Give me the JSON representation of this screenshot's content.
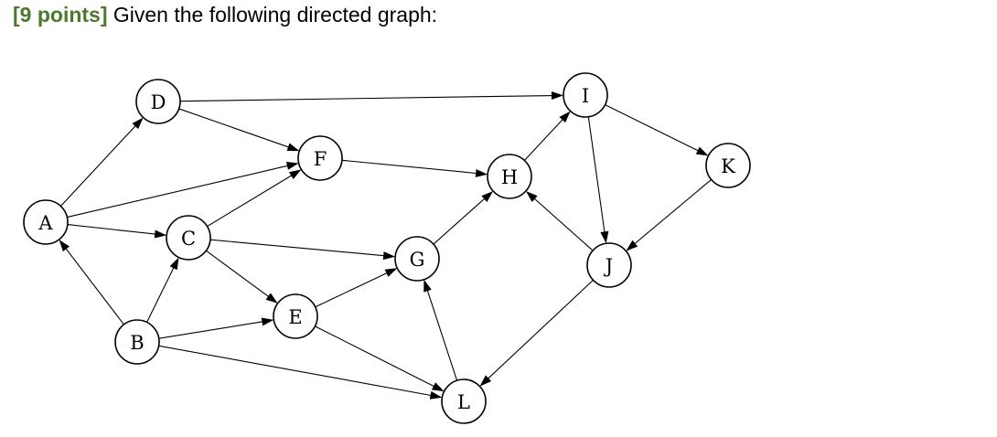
{
  "question": {
    "points_label": "[9 points]",
    "prompt": "Given the following directed graph:"
  },
  "graph": {
    "directed": true,
    "nodes": [
      "A",
      "B",
      "C",
      "D",
      "E",
      "F",
      "G",
      "H",
      "I",
      "J",
      "K",
      "L"
    ],
    "edges": [
      [
        "A",
        "D"
      ],
      [
        "A",
        "F"
      ],
      [
        "A",
        "C"
      ],
      [
        "B",
        "A"
      ],
      [
        "B",
        "C"
      ],
      [
        "B",
        "E"
      ],
      [
        "B",
        "L"
      ],
      [
        "C",
        "F"
      ],
      [
        "C",
        "G"
      ],
      [
        "C",
        "E"
      ],
      [
        "D",
        "I"
      ],
      [
        "D",
        "F"
      ],
      [
        "E",
        "G"
      ],
      [
        "E",
        "L"
      ],
      [
        "F",
        "H"
      ],
      [
        "G",
        "H"
      ],
      [
        "H",
        "I"
      ],
      [
        "I",
        "K"
      ],
      [
        "I",
        "J"
      ],
      [
        "J",
        "H"
      ],
      [
        "J",
        "L"
      ],
      [
        "K",
        "J"
      ],
      [
        "L",
        "G"
      ]
    ]
  }
}
